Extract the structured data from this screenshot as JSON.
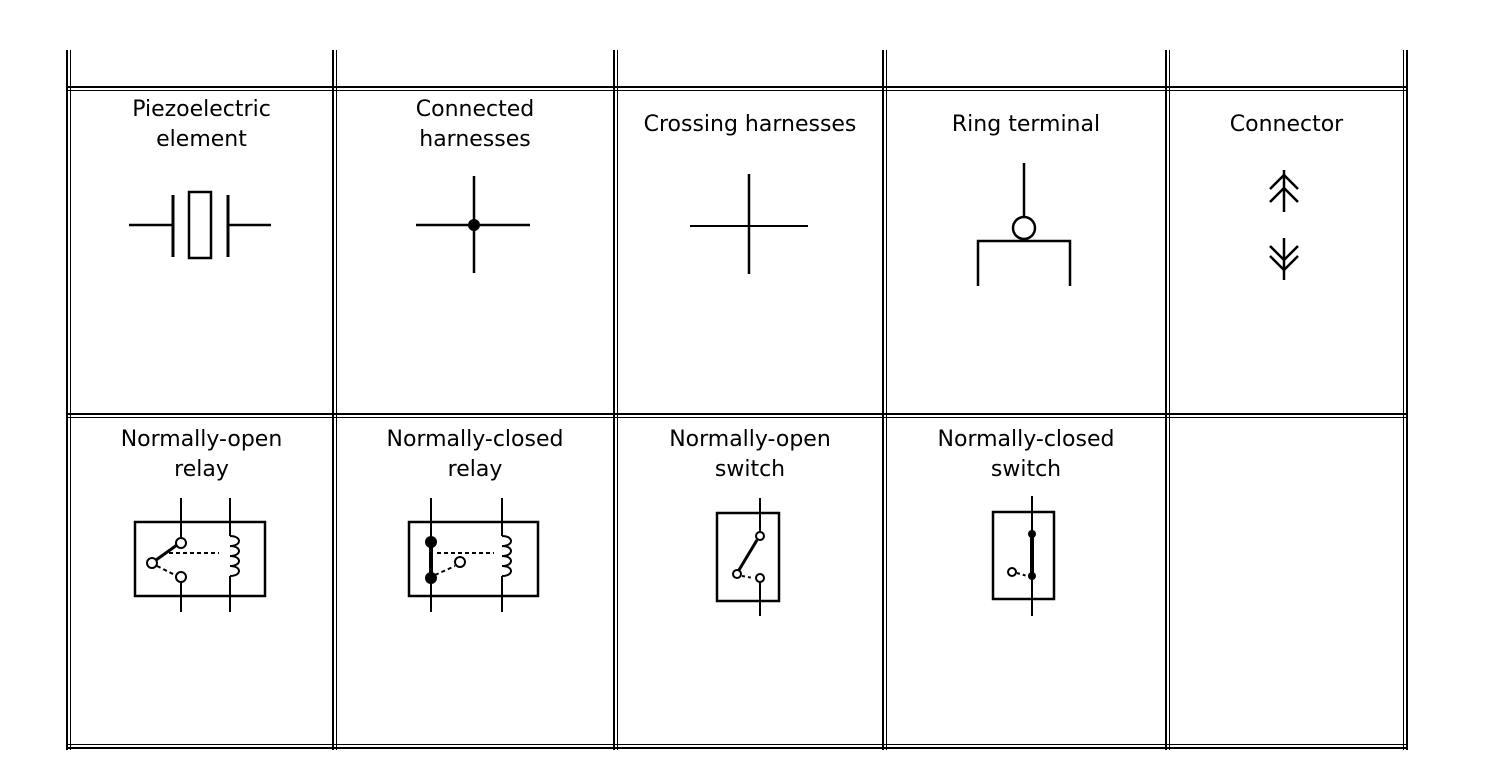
{
  "cells": {
    "piezo": {
      "label": "Piezoelectric\nelement"
    },
    "connected": {
      "label": "Connected\nharnesses"
    },
    "crossing": {
      "label": "Crossing harnesses"
    },
    "ring": {
      "label": "Ring terminal"
    },
    "connector": {
      "label": "Connector"
    },
    "no_relay": {
      "label": "Normally-open\nrelay"
    },
    "nc_relay": {
      "label": "Normally-closed\nrelay"
    },
    "no_switch": {
      "label": "Normally-open\nswitch"
    },
    "nc_switch": {
      "label": "Normally-closed\nswitch"
    }
  }
}
